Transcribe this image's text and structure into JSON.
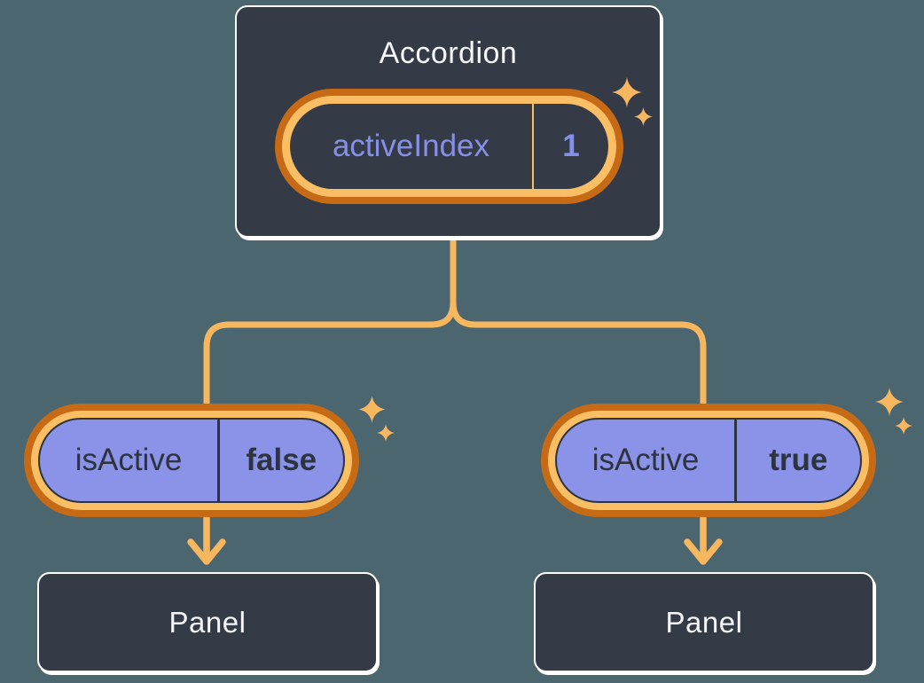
{
  "colors": {
    "background": "#4C666F",
    "card_bg": "#343A46",
    "card_border": "#FFFFFF",
    "ring_outer": "#C76A15",
    "ring_inner": "#FABE64",
    "connector": "#F6B75F",
    "sparkle": "#F6B75F",
    "pill_fill": "#8A93E8",
    "pill_text_dark": "#2D343F",
    "state_text": "#8790E8",
    "text_light": "#F6F7F9"
  },
  "root": {
    "title": "Accordion",
    "state": {
      "name": "activeIndex",
      "value": "1"
    }
  },
  "children": [
    {
      "prop": {
        "name": "isActive",
        "value": "false"
      },
      "panel_label": "Panel"
    },
    {
      "prop": {
        "name": "isActive",
        "value": "true"
      },
      "panel_label": "Panel"
    }
  ]
}
